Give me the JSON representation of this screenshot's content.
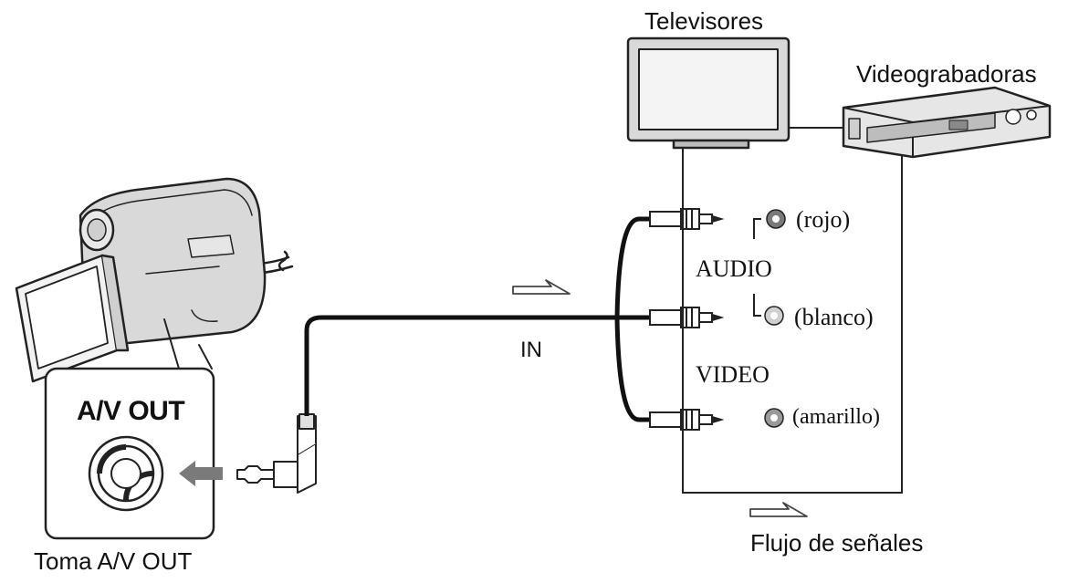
{
  "labels": {
    "tv": "Televisores",
    "vcr": "Videograbadoras",
    "red": "(rojo)",
    "audio": "AUDIO",
    "white": "(blanco)",
    "video": "VIDEO",
    "yellow": "(amarillo)",
    "input": "IN",
    "signal_flow": "Flujo de señales",
    "jack": "Toma A/V OUT",
    "port": "A/V OUT"
  },
  "icons": {
    "camcorder": "camcorder-icon",
    "tv": "television-icon",
    "vcr": "vcr-icon",
    "plug": "minijack-plug-icon",
    "rca": "rca-plug-icon",
    "arrow": "flow-arrow-icon"
  },
  "colors": {
    "line": "#111111",
    "body_gray": "#d9d9d9",
    "dark_gray": "#8a8a8a",
    "insert_arrow": "#7a7a7a",
    "red_connector": "#7a7a7a",
    "white_connector": "#d0d0d0",
    "yellow_connector": "#9a9a9a"
  }
}
